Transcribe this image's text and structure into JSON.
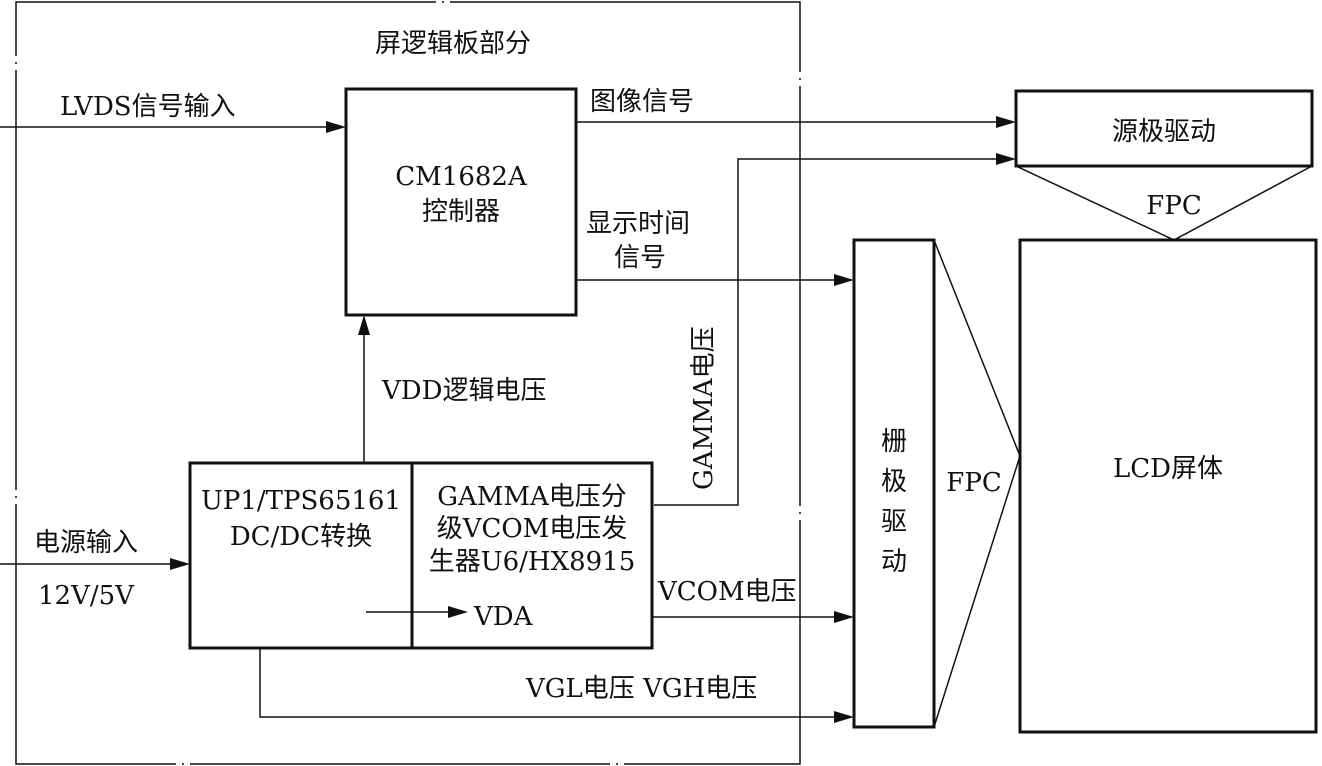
{
  "labels": {
    "board_title": "屏逻辑板部分",
    "lvds_input": "LVDS信号输入",
    "controller_line1": "CM1682A",
    "controller_line2": "控制器",
    "image_signal": "图像信号",
    "display_timing_line1": "显示时间",
    "display_timing_line2": "信号",
    "source_driver": "源极驱动",
    "fpc_top": "FPC",
    "fpc_right": "FPC",
    "gate_driver_chars": [
      "栅",
      "极",
      "驱",
      "动"
    ],
    "lcd_panel": "LCD屏体",
    "gamma_voltage_vertical": "GAMMA电压",
    "vdd_logic_voltage": "VDD逻辑电压",
    "power_input": "电源输入",
    "power_voltage": "12V/5V",
    "dcdc_line1": "UP1/TPS65161",
    "dcdc_line2": "DC/DC转换",
    "gamma_gen_line1": "GAMMA电压分",
    "gamma_gen_line2": "级VCOM电压发",
    "gamma_gen_line3": "生器U6/HX8915",
    "vda": "VDA",
    "vcom_voltage": "VCOM电压",
    "vgl_vgh_voltage": "VGL电压 VGH电压"
  }
}
